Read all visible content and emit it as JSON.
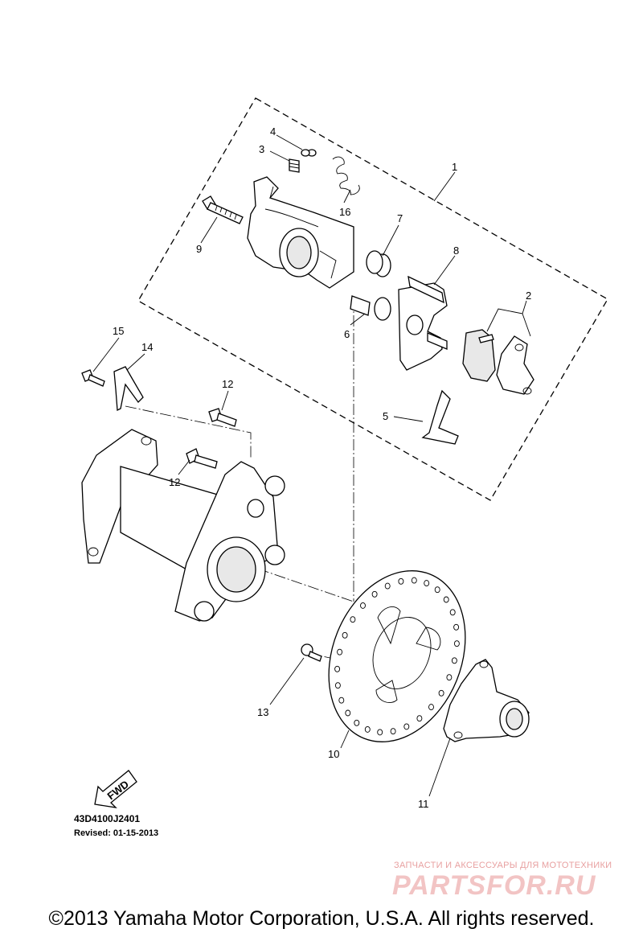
{
  "diagram": {
    "callouts": [
      "1",
      "2",
      "3",
      "4",
      "5",
      "6",
      "7",
      "8",
      "9",
      "10",
      "11",
      "12",
      "12",
      "13",
      "14",
      "15",
      "16"
    ],
    "fwd_label": "FWD",
    "drawing_code": "43D4100J2401",
    "revised": "Revised: 01-15-2013"
  },
  "watermark": {
    "line1": "ЗАПЧАСТИ И АКСЕССУАРЫ ДЛЯ МОТОТЕХНИКИ",
    "line2": "PARTSFOR.RU"
  },
  "footer": {
    "copyright": "©2013 Yamaha Motor Corporation, U.S.A. All rights reserved."
  }
}
